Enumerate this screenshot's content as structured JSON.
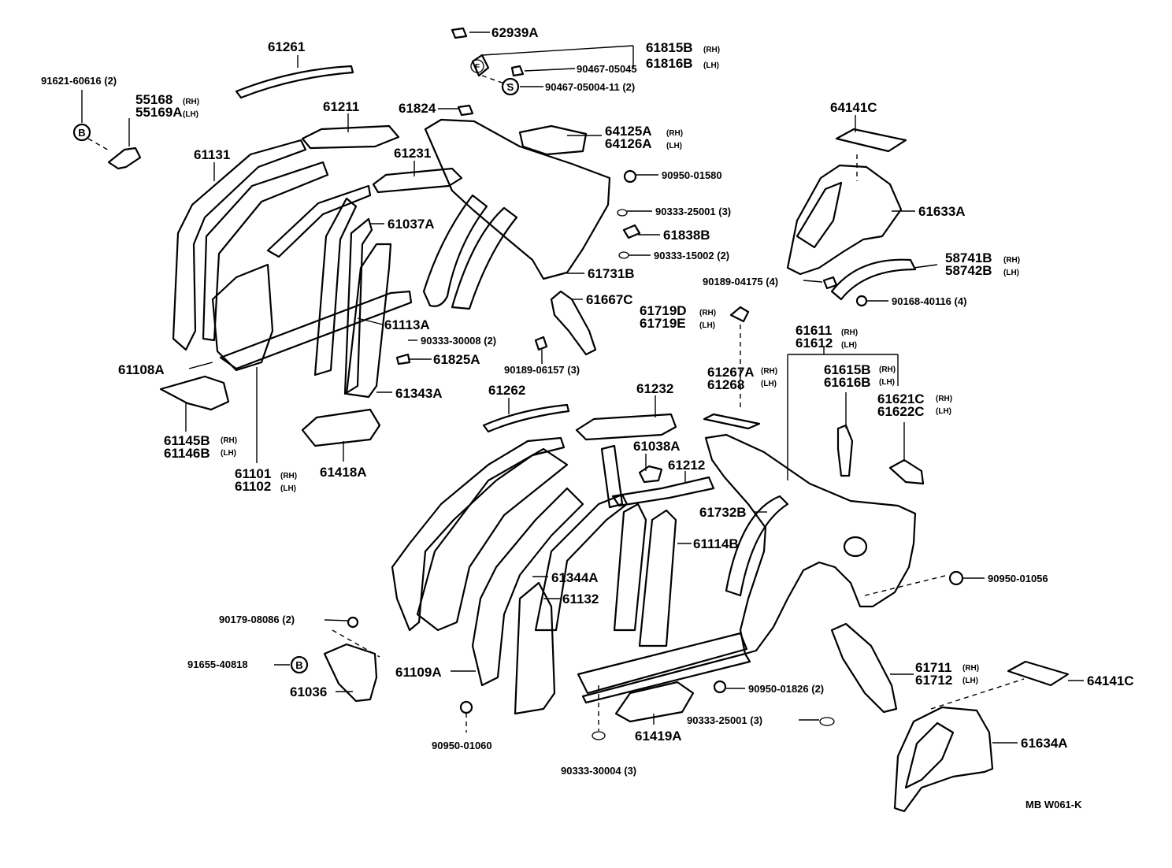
{
  "diagram_code": "MB  W061-K",
  "callouts": [
    {
      "id": "p62939A",
      "part": "62939A",
      "side": ""
    },
    {
      "id": "p61815B",
      "part": "61815B",
      "side": "(RH)"
    },
    {
      "id": "p61816B",
      "part": "61816B",
      "side": "(LH)"
    },
    {
      "id": "p90467_05045",
      "part": "90467-05045",
      "side": ""
    },
    {
      "id": "p90467_05004",
      "part": "90467-05004-11 (2)",
      "side": ""
    },
    {
      "id": "p61261",
      "part": "61261",
      "side": ""
    },
    {
      "id": "p91621",
      "part": "91621-60616 (2)",
      "side": ""
    },
    {
      "id": "p55168",
      "part": "55168",
      "side": "(RH)"
    },
    {
      "id": "p55169A",
      "part": "55169A",
      "side": "(LH)"
    },
    {
      "id": "p61211",
      "part": "61211",
      "side": ""
    },
    {
      "id": "p61824",
      "part": "61824",
      "side": ""
    },
    {
      "id": "p64125A",
      "part": "64125A",
      "side": "(RH)"
    },
    {
      "id": "p64126A",
      "part": "64126A",
      "side": "(LH)"
    },
    {
      "id": "p64141C_top",
      "part": "64141C",
      "side": ""
    },
    {
      "id": "p61131",
      "part": "61131",
      "side": ""
    },
    {
      "id": "p61231",
      "part": "61231",
      "side": ""
    },
    {
      "id": "p90950_01580",
      "part": "90950-01580",
      "side": ""
    },
    {
      "id": "p90333_25001_top",
      "part": "90333-25001 (3)",
      "side": ""
    },
    {
      "id": "p61633A",
      "part": "61633A",
      "side": ""
    },
    {
      "id": "p61037A",
      "part": "61037A",
      "side": ""
    },
    {
      "id": "p61838B",
      "part": "61838B",
      "side": ""
    },
    {
      "id": "p90333_15002",
      "part": "90333-15002 (2)",
      "side": ""
    },
    {
      "id": "p58741B",
      "part": "58741B",
      "side": "(RH)"
    },
    {
      "id": "p58742B",
      "part": "58742B",
      "side": "(LH)"
    },
    {
      "id": "p61731B",
      "part": "61731B",
      "side": ""
    },
    {
      "id": "p90189_04175",
      "part": "90189-04175 (4)",
      "side": ""
    },
    {
      "id": "p90168_40116",
      "part": "90168-40116 (4)",
      "side": ""
    },
    {
      "id": "p61667C",
      "part": "61667C",
      "side": ""
    },
    {
      "id": "p61719D",
      "part": "61719D",
      "side": "(RH)"
    },
    {
      "id": "p61719E",
      "part": "61719E",
      "side": "(LH)"
    },
    {
      "id": "p61113A",
      "part": "61113A",
      "side": ""
    },
    {
      "id": "p90333_30008",
      "part": "90333-30008 (2)",
      "side": ""
    },
    {
      "id": "p61611",
      "part": "61611",
      "side": "(RH)"
    },
    {
      "id": "p61612",
      "part": "61612",
      "side": "(LH)"
    },
    {
      "id": "p61825A",
      "part": "61825A",
      "side": ""
    },
    {
      "id": "p90189_06157",
      "part": "90189-06157 (3)",
      "side": ""
    },
    {
      "id": "p61267A",
      "part": "61267A",
      "side": "(RH)"
    },
    {
      "id": "p61268",
      "part": "61268",
      "side": "(LH)"
    },
    {
      "id": "p61615B",
      "part": "61615B",
      "side": "(RH)"
    },
    {
      "id": "p61616B",
      "part": "61616B",
      "side": "(LH)"
    },
    {
      "id": "p61108A",
      "part": "61108A",
      "side": ""
    },
    {
      "id": "p61343A",
      "part": "61343A",
      "side": ""
    },
    {
      "id": "p61262",
      "part": "61262",
      "side": ""
    },
    {
      "id": "p61232",
      "part": "61232",
      "side": ""
    },
    {
      "id": "p61621C",
      "part": "61621C",
      "side": "(RH)"
    },
    {
      "id": "p61622C",
      "part": "61622C",
      "side": "(LH)"
    },
    {
      "id": "p61145B",
      "part": "61145B",
      "side": "(RH)"
    },
    {
      "id": "p61146B",
      "part": "61146B",
      "side": "(LH)"
    },
    {
      "id": "p61038A",
      "part": "61038A",
      "side": ""
    },
    {
      "id": "p61212",
      "part": "61212",
      "side": ""
    },
    {
      "id": "p61101",
      "part": "61101",
      "side": "(RH)"
    },
    {
      "id": "p61102",
      "part": "61102",
      "side": "(LH)"
    },
    {
      "id": "p61418A",
      "part": "61418A",
      "side": ""
    },
    {
      "id": "p61732B",
      "part": "61732B",
      "side": ""
    },
    {
      "id": "p61114B",
      "part": "61114B",
      "side": ""
    },
    {
      "id": "p61344A",
      "part": "61344A",
      "side": ""
    },
    {
      "id": "p61132",
      "part": "61132",
      "side": ""
    },
    {
      "id": "p90950_01056",
      "part": "90950-01056",
      "side": ""
    },
    {
      "id": "p90179_08086",
      "part": "90179-08086 (2)",
      "side": ""
    },
    {
      "id": "p91655_40818",
      "part": "91655-40818",
      "side": ""
    },
    {
      "id": "p61036",
      "part": "61036",
      "side": ""
    },
    {
      "id": "p61109A",
      "part": "61109A",
      "side": ""
    },
    {
      "id": "p61711",
      "part": "61711",
      "side": "(RH)"
    },
    {
      "id": "p61712",
      "part": "61712",
      "side": "(LH)"
    },
    {
      "id": "p64141C_bottom",
      "part": "64141C",
      "side": ""
    },
    {
      "id": "p90950_01826",
      "part": "90950-01826 (2)",
      "side": ""
    },
    {
      "id": "p90333_25001_bottom",
      "part": "90333-25001 (3)",
      "side": ""
    },
    {
      "id": "p61634A",
      "part": "61634A",
      "side": ""
    },
    {
      "id": "p61419A",
      "part": "61419A",
      "side": ""
    },
    {
      "id": "p90950_01060",
      "part": "90950-01060",
      "side": ""
    },
    {
      "id": "p90333_30004",
      "part": "90333-30004 (3)",
      "side": ""
    }
  ],
  "fastener_marks": {
    "b_top": "B",
    "b_bottom": "B",
    "s_mark": "S",
    "f_mark": "F"
  }
}
